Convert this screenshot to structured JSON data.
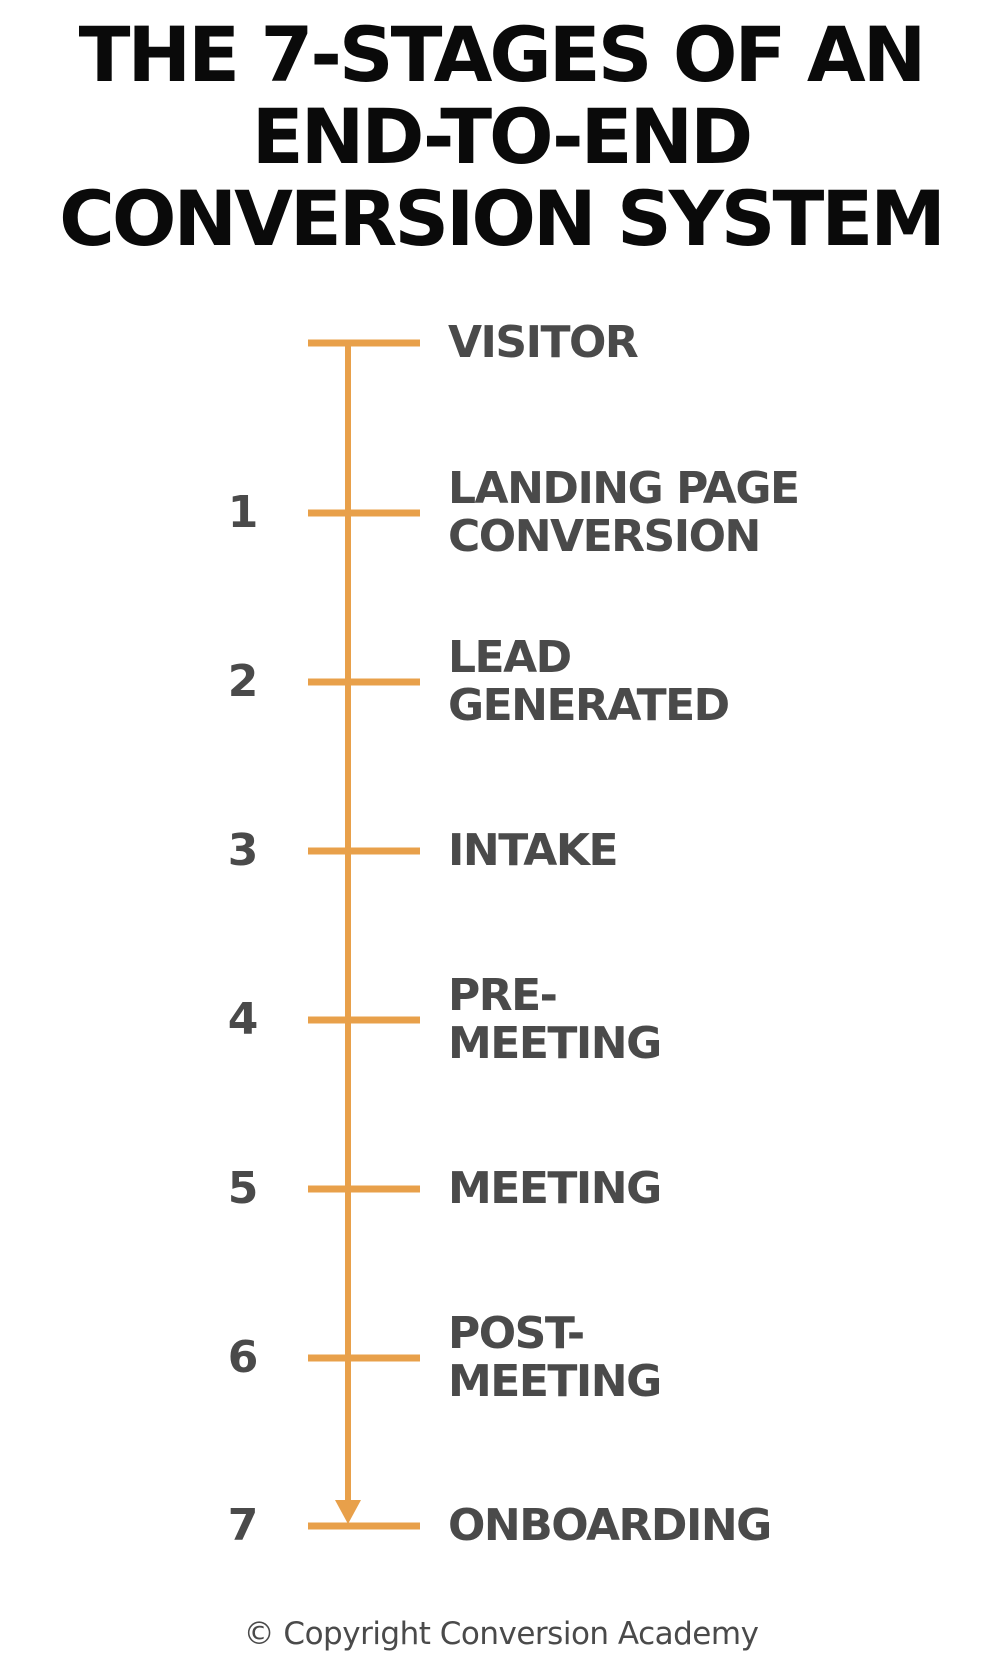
{
  "title": {
    "line1": "THE 7-STAGES OF AN",
    "line2": "END-TO-END",
    "line3": "CONVERSION SYSTEM"
  },
  "stages": [
    {
      "number": "",
      "lines": [
        "VISITOR"
      ]
    },
    {
      "number": "1",
      "lines": [
        "LANDING PAGE",
        "CONVERSION"
      ]
    },
    {
      "number": "2",
      "lines": [
        "LEAD",
        "GENERATED"
      ]
    },
    {
      "number": "3",
      "lines": [
        "INTAKE"
      ]
    },
    {
      "number": "4",
      "lines": [
        "PRE-",
        "MEETING"
      ]
    },
    {
      "number": "5",
      "lines": [
        "MEETING"
      ]
    },
    {
      "number": "6",
      "lines": [
        "POST-",
        "MEETING"
      ]
    },
    {
      "number": "7",
      "lines": [
        "ONBOARDING"
      ]
    }
  ],
  "colors": {
    "accent": "#e8a04a",
    "text": "#4a4a4a",
    "title": "#0a0a0a"
  },
  "footer": {
    "copyright": "© Copyright Conversion Academy"
  }
}
